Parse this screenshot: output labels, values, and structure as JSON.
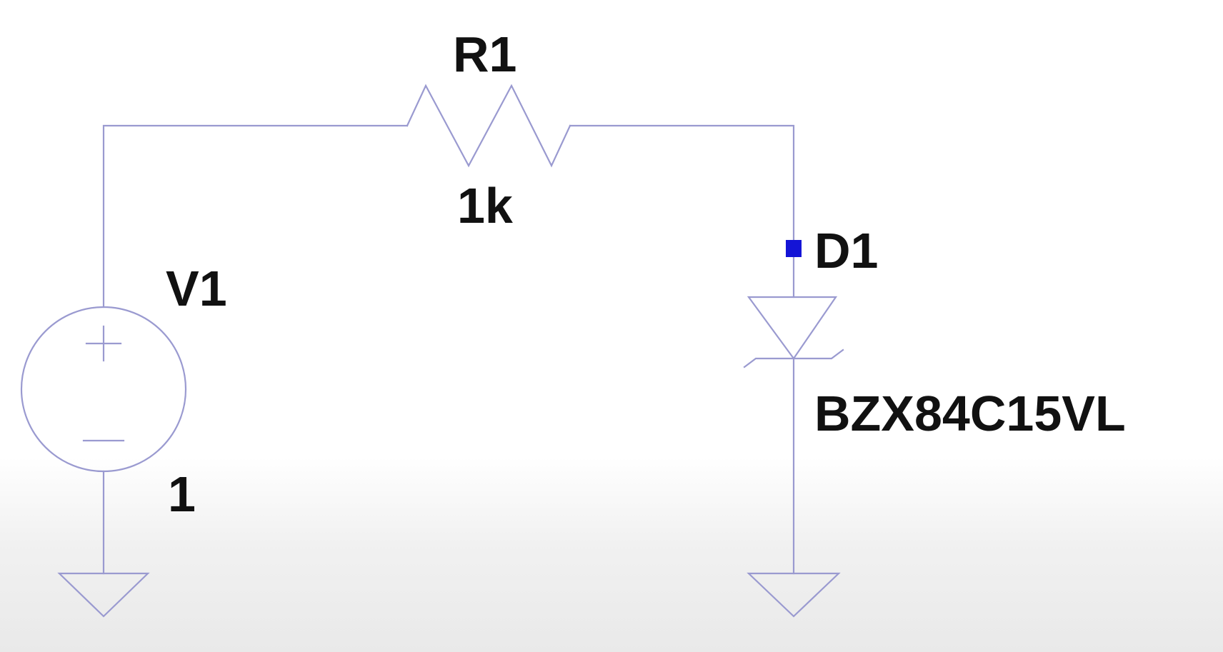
{
  "components": {
    "resistor": {
      "ref": "R1",
      "value": "1k"
    },
    "voltage_source": {
      "ref": "V1",
      "value": "1"
    },
    "zener_diode": {
      "ref": "D1",
      "value": "BZX84C15VL"
    }
  },
  "colors": {
    "wire": "#9a9ad0",
    "node_marker": "#1414d6",
    "label": "#111111",
    "background": "#ffffff"
  },
  "icons": {
    "source": "voltage-source-symbol",
    "resistor": "resistor-zigzag-symbol",
    "diode": "zener-diode-symbol",
    "ground": "ground-symbol"
  }
}
